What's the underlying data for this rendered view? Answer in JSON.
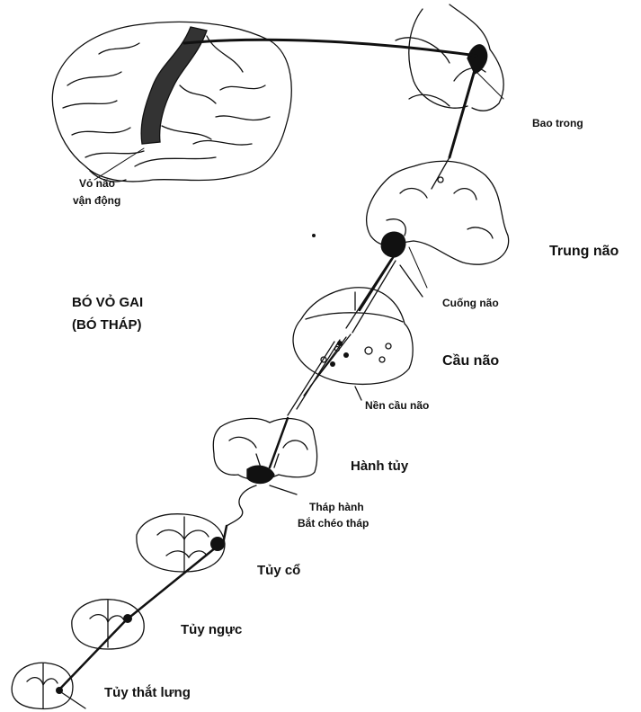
{
  "labels": {
    "cortex_line1": "Vỏ não",
    "cortex_line2": "vận động",
    "internal_capsule": "Bao trong",
    "midbrain": "Trung não",
    "tract_title_line1": "BÓ VỎ GAI",
    "tract_title_line2": "(BÓ THÁP)",
    "cerebral_peduncle": "Cuống não",
    "pons": "Cầu não",
    "basilar_pons": "Nền cầu não",
    "medulla": "Hành tủy",
    "medullary_pyramid": "Tháp hành",
    "pyramidal_decussation": "Bắt chéo tháp",
    "cervical_cord": "Tủy cổ",
    "thoracic_cord": "Tủy ngực",
    "lumbosacral_cord": "Tủy thắt lưng"
  },
  "colors": {
    "ink": "#111111",
    "paper": "#ffffff",
    "stipple": "#333333"
  }
}
